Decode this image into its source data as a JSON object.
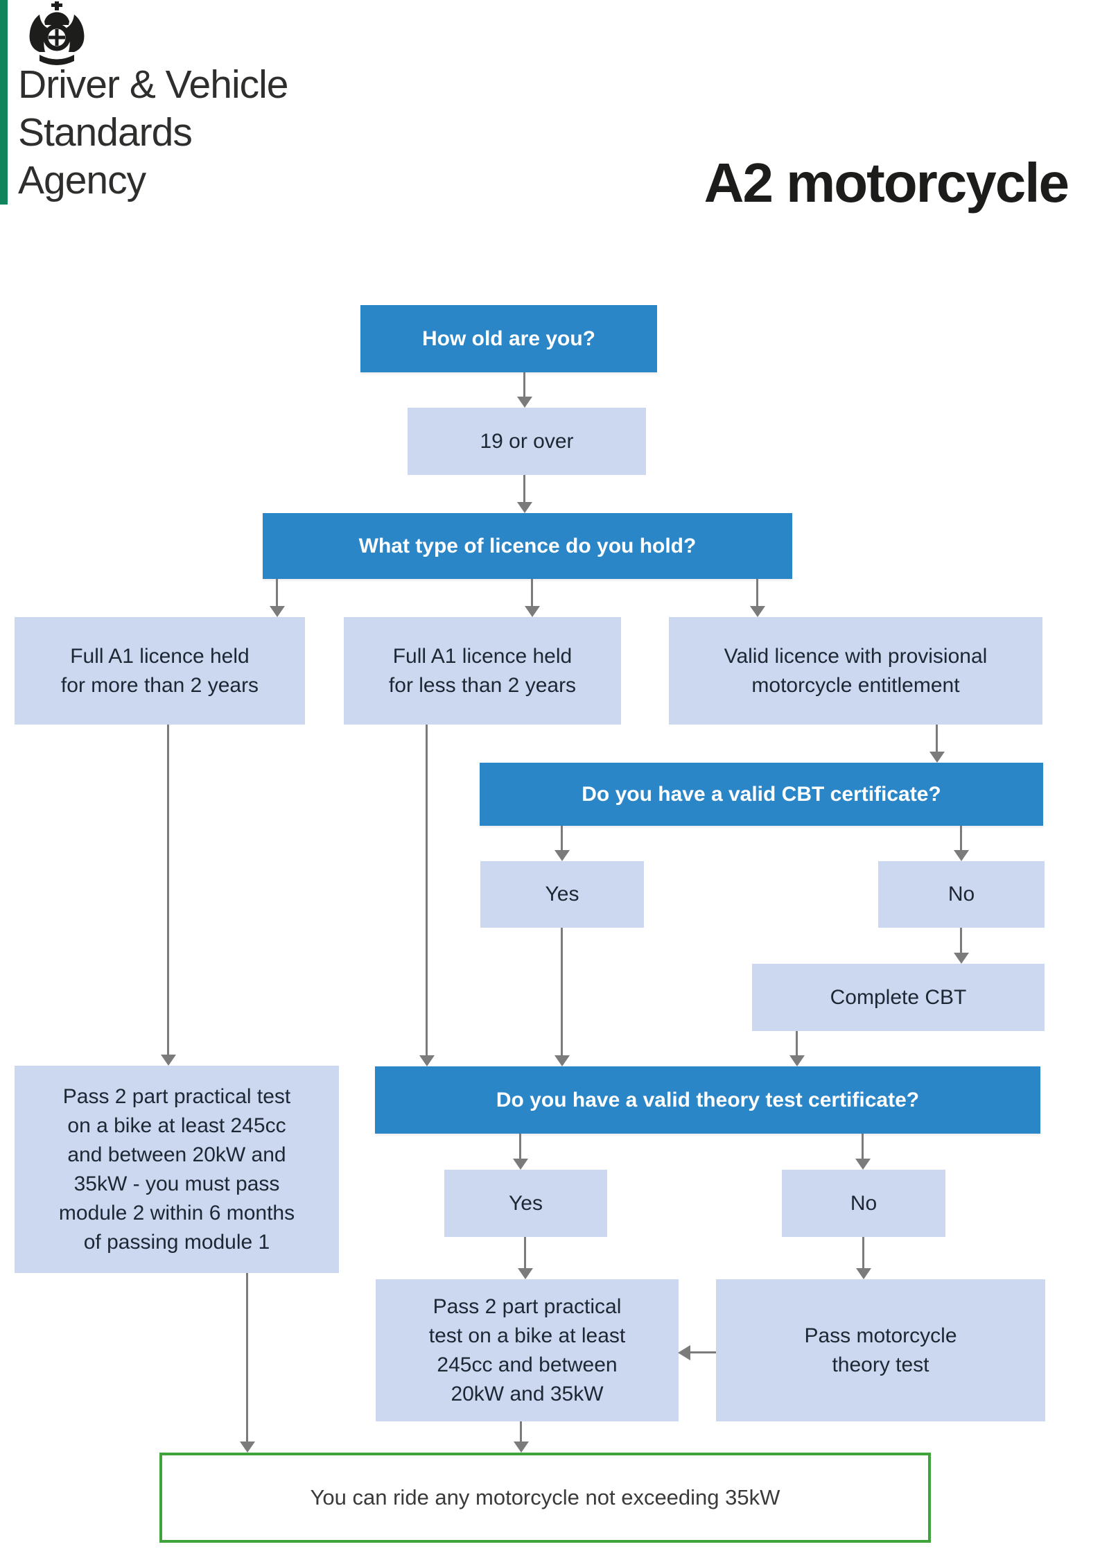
{
  "header": {
    "agency_name_lines": [
      "Driver & Vehicle",
      "Standards",
      "Agency"
    ],
    "title": "A2 motorcycle"
  },
  "colors": {
    "question_box_blue": "#2b86c8",
    "answer_box_lavender": "#ccd7f0",
    "result_border_green": "#3fa33c",
    "logo_bar_green": "#10845c",
    "arrow_grey": "#7b7b7b"
  },
  "flowchart": {
    "how_old": "How old are you?",
    "age_19_or_over": "19 or over",
    "licence_type": "What type of licence do you hold?",
    "full_a1_more_2yrs": "Full A1 licence held\nfor more than 2 years",
    "full_a1_less_2yrs": "Full A1 licence held\nfor less than 2 years",
    "valid_provisional": "Valid licence with provisional\nmotorcycle entitlement",
    "cbt_question": "Do you have a valid CBT certificate?",
    "cbt_yes": "Yes",
    "cbt_no": "No",
    "complete_cbt": "Complete CBT",
    "theory_question": "Do you have a valid theory test certificate?",
    "theory_yes": "Yes",
    "theory_no": "No",
    "practical_direct": "Pass 2 part practical test\non a bike at least 245cc\nand between 20kW and\n35kW - you must pass\nmodule 2 within 6 months\nof passing module 1",
    "practical_after_theory": "Pass 2 part practical\ntest on a bike at least\n245cc and between\n20kW and 35kW",
    "pass_theory": "Pass motorcycle\ntheory test",
    "result": "You can ride any motorcycle not exceeding 35kW"
  }
}
